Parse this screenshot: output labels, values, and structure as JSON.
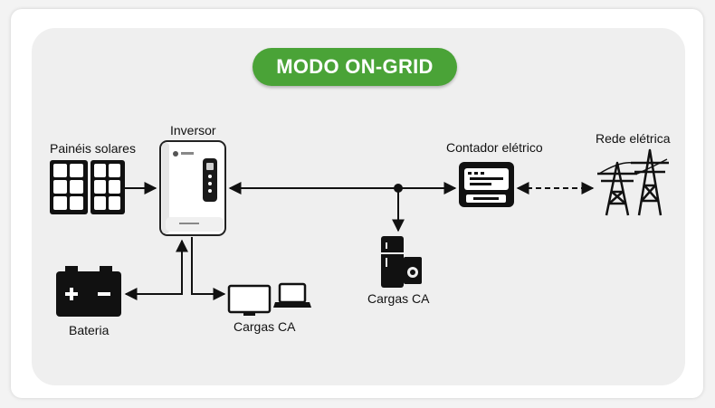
{
  "title": "MODO ON-GRID",
  "colors": {
    "accent": "#4aa337",
    "line": "#111111"
  },
  "nodes": {
    "solar_panels": {
      "label": "Painéis solares",
      "icon": "solar-panel-icon"
    },
    "inverter": {
      "label": "Inversor",
      "icon": "inverter-icon"
    },
    "battery": {
      "label": "Bateria",
      "icon": "battery-icon"
    },
    "loads_left": {
      "label": "Cargas CA",
      "icon": "monitor-laptop-icon"
    },
    "loads_middle": {
      "label": "Cargas CA",
      "icon": "fridge-washer-icon"
    },
    "meter": {
      "label": "Contador elétrico",
      "icon": "meter-icon"
    },
    "grid": {
      "label": "Rede elétrica",
      "icon": "power-tower-icon"
    }
  }
}
